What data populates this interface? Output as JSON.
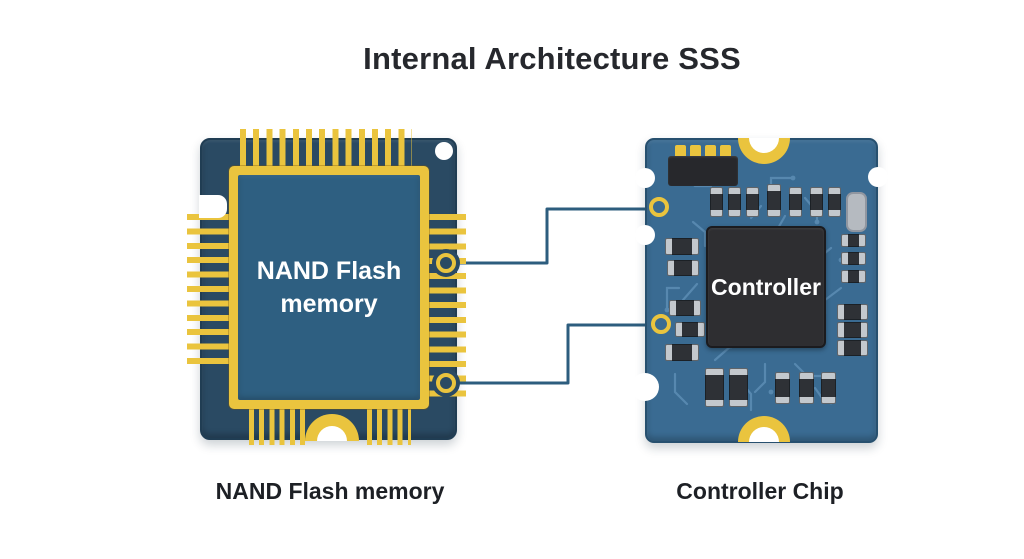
{
  "title": "Internal Architecture SSS",
  "nand_chip": {
    "die_label": "NAND Flash memory",
    "caption": "NAND Flash memory"
  },
  "controller_chip": {
    "die_label": "Controller",
    "caption": "Controller Chip"
  },
  "colors": {
    "background": "#ffffff",
    "title_text": "#26282d",
    "caption_text": "#1d2025",
    "chip_body": "#2a4a63",
    "chip_die": "#2e5f81",
    "gold": "#eac43e",
    "pcb": "#3a6b92",
    "pcb_trace": "#6fa0c7",
    "component_dark": "#2e3136",
    "component_cap": "#c3c8cd",
    "controller_die": "#2e2e31",
    "die_text": "#ffffff",
    "wire": "#2d5d7e"
  }
}
